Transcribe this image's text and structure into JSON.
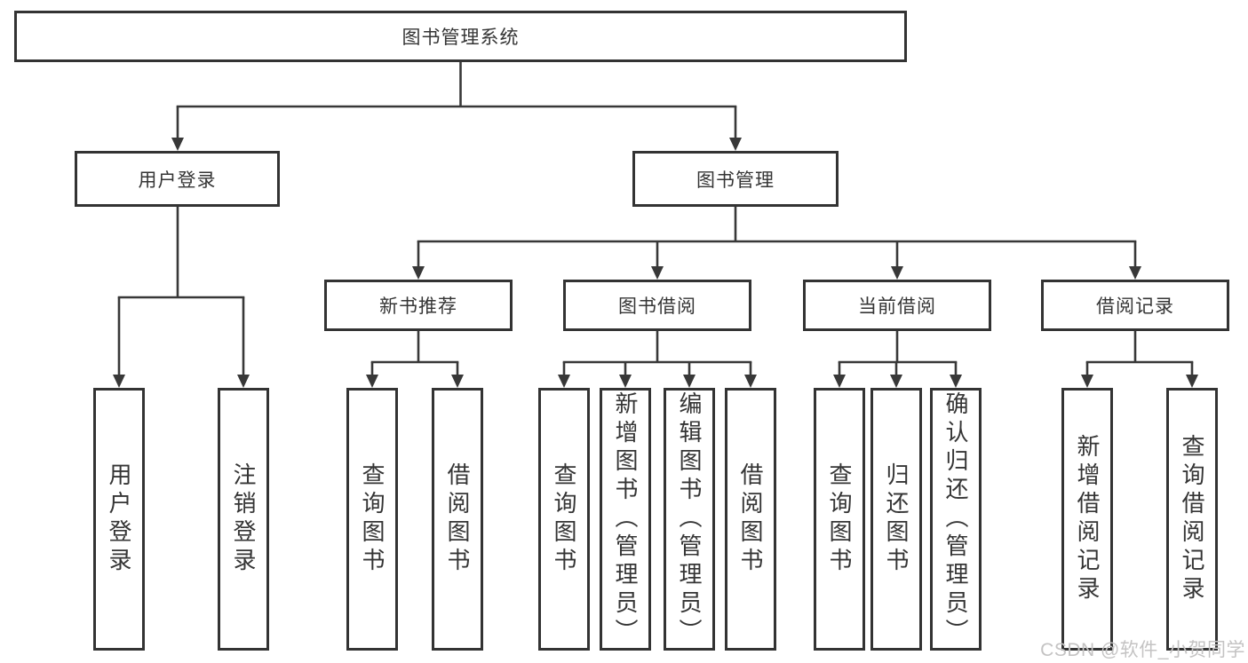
{
  "tree": {
    "label": "图书管理系统",
    "children": [
      {
        "label": "用户登录",
        "children": [
          {
            "label": "用户登录"
          },
          {
            "label": "注销登录"
          }
        ]
      },
      {
        "label": "图书管理",
        "children": [
          {
            "label": "新书推荐",
            "children": [
              {
                "label": "查询图书"
              },
              {
                "label": "借阅图书"
              }
            ]
          },
          {
            "label": "图书借阅",
            "children": [
              {
                "label": "查询图书"
              },
              {
                "label": "新增图书（管理员）"
              },
              {
                "label": "编辑图书（管理员）"
              },
              {
                "label": "借阅图书"
              }
            ]
          },
          {
            "label": "当前借阅",
            "children": [
              {
                "label": "查询图书"
              },
              {
                "label": "归还图书"
              },
              {
                "label": "确认归还（管理员）"
              }
            ]
          },
          {
            "label": "借阅记录",
            "children": [
              {
                "label": "新增借阅记录"
              },
              {
                "label": "查询借阅记录"
              }
            ]
          }
        ]
      }
    ]
  },
  "watermark": "CSDN @软件_小贺同学",
  "colors": {
    "line": "#383838",
    "box_border": "#333333",
    "text": "#353535",
    "watermark": "#c4c3c3",
    "background": "#ffffff"
  }
}
